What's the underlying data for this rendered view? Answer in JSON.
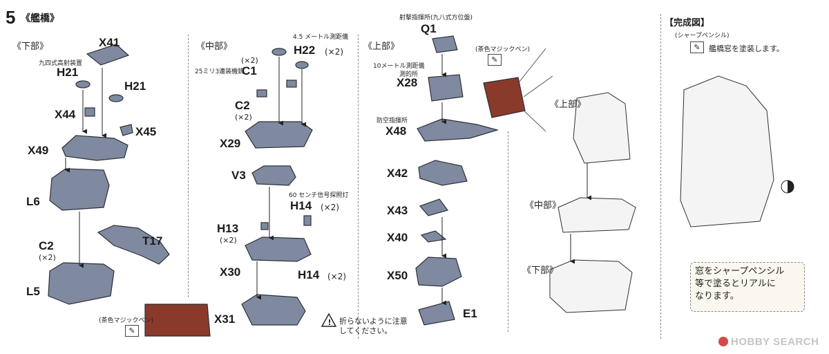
{
  "step": {
    "number": "5",
    "title": "《艦橋》"
  },
  "sections": {
    "lower": "《下部》",
    "middle": "《中部》",
    "upper": "《上部》",
    "complete": "【完成図】"
  },
  "lower_parts": {
    "x41": "X41",
    "aa_device": "九四式高射装置",
    "h21_a": "H21",
    "h21_b": "H21",
    "x44": "X44",
    "x45": "X45",
    "x49": "X49",
    "l6": "L6",
    "c2": "C2",
    "c2_qty": "(×2)",
    "t17": "T17",
    "l5": "L5"
  },
  "middle_parts": {
    "rangefinder": "4.5 メートル測距儀",
    "h22": "H22",
    "h22_qty": "(×2)",
    "c1_qty": "(×2)",
    "mg25": "25ミリ3連装機銃",
    "c1": "C1",
    "c2": "C2",
    "c2_qty": "(×2)",
    "x29": "X29",
    "v3": "V3",
    "searchlight": "60 センチ信号探照灯",
    "h14": "H14",
    "h14_qty": "(×2)",
    "h13": "H13",
    "h13_qty": "(×2)",
    "x30": "X30",
    "h14_b": "H14",
    "h14_b_qty": "(×2)",
    "x31": "X31",
    "warning": "折らないように注意してください。",
    "warning_line1": "折らないように注意",
    "warning_line2": "してください。",
    "brown_pen": "(茶色マジックペン)"
  },
  "upper_parts": {
    "director": "射撃指揮所(九八式方位盤)",
    "q1": "Q1",
    "rangefinder10": "10メートル測距儀",
    "rangefinder10_b": "測的所",
    "x28": "X28",
    "aa_command": "防空指揮所",
    "x48": "X48",
    "x42": "X42",
    "x43": "X43",
    "x40": "X40",
    "x50": "X50",
    "e1": "E1",
    "brown_pen": "(茶色マジックペン)"
  },
  "complete_view": {
    "pencil": "(シャープペンシル)",
    "instruction": "艦橋窓を塗装します。",
    "upper": "《上部》",
    "middle": "《中部》",
    "lower": "《下部》",
    "note_line1": "窓をシャープペンシル",
    "note_line2": "等で塗るとリアルに",
    "note_line3": "なります。"
  },
  "watermark": "HOBBY SEARCH",
  "colors": {
    "part_fill": "#7f8aa0",
    "part_stroke": "#2c2f38",
    "deck_brown": "#8a3a2a",
    "accent_red": "#c0392b",
    "watermark": "#c4c4c4"
  }
}
